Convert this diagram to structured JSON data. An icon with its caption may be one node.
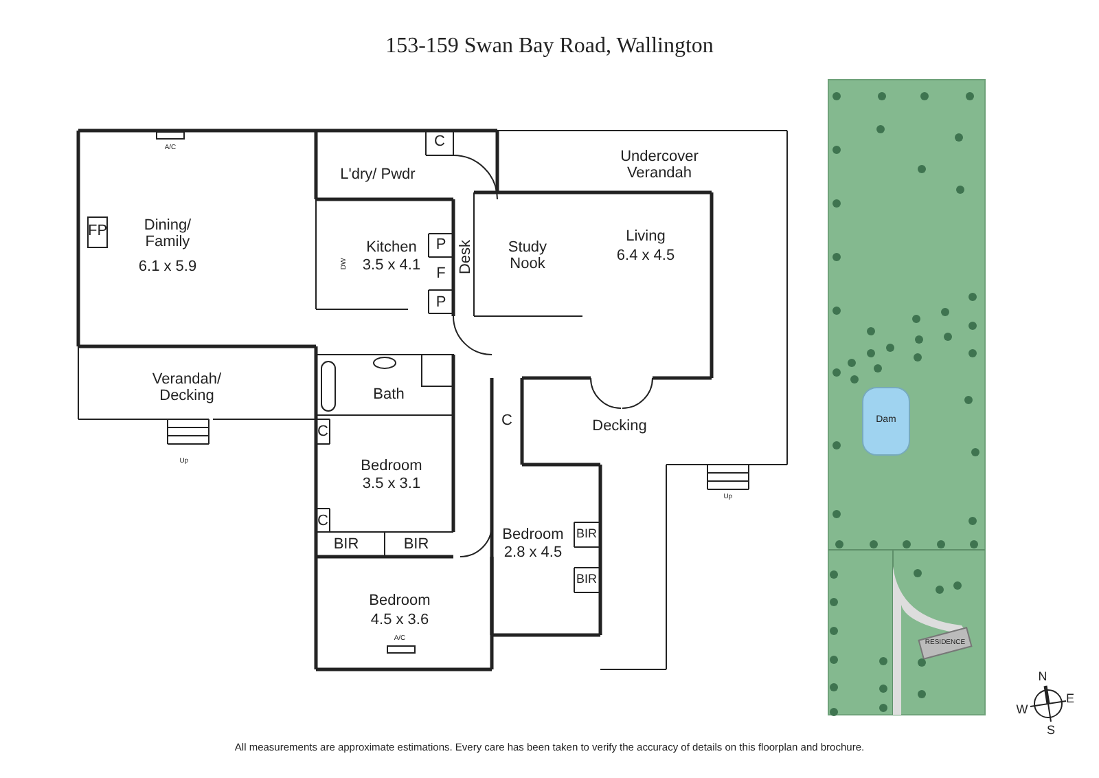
{
  "diagram": {
    "title": "153-159 Swan Bay Road, Wallington",
    "caption": "All measurements are approximate estimations. Every care has been taken to verify the accuracy of details on this floorplan and brochure.",
    "labels": [
      "A/C",
      "C",
      "L'dry/ Pwdr",
      "Undercover Verandah",
      "FP",
      "Dining/ Family",
      "6.1 x 5.9",
      "Kitchen",
      "3.5 x 4.1",
      "DW",
      "P",
      "Study Nook",
      "Desk",
      "Living",
      "6.4 x 4.5",
      "F",
      "P",
      "Dam",
      "Verandah/ Decking",
      "Bath",
      "C",
      "Decking",
      "C",
      "Bedroom",
      "3.5 x 3.1",
      "Up",
      "Up",
      "C",
      "Bedroom",
      "2.8 x 4.5",
      "BIR",
      "BIR",
      "BIR",
      "BIR",
      "Bedroom",
      "4.5 x 3.6",
      "RESIDENCE",
      "A/C",
      "N",
      "W",
      "E",
      "S"
    ]
  }
}
